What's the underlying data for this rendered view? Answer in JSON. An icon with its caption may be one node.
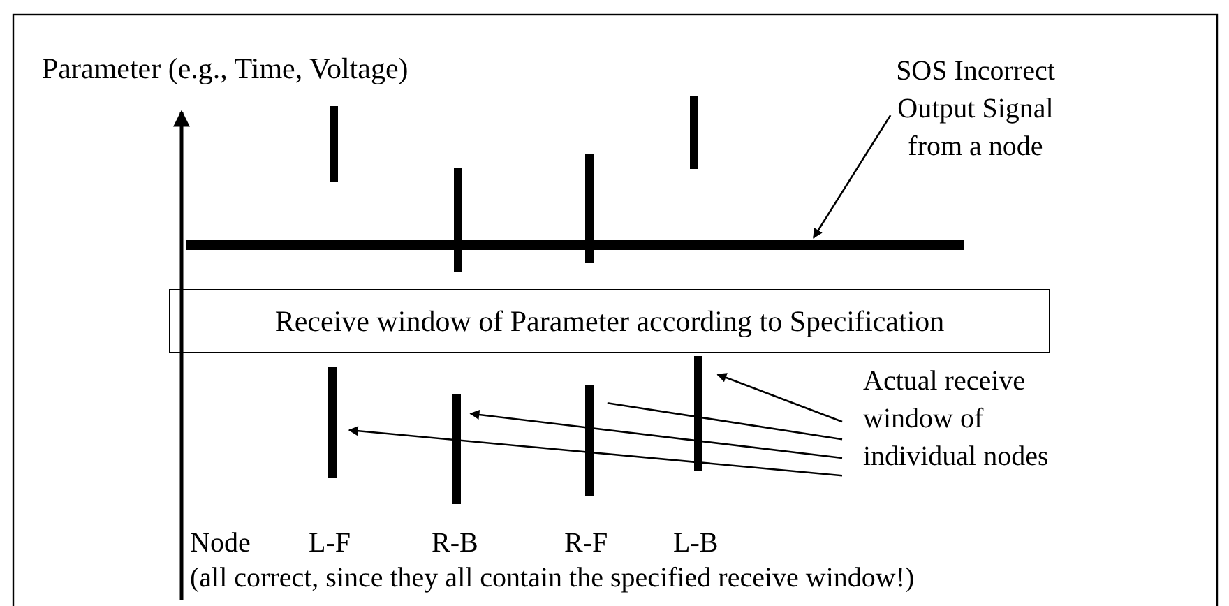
{
  "diagram": {
    "nodes": [
      {
        "text": [
          "SOS Incorrect Output Signal from a node"
        ]
      },
      {
        "text": [],
        "shape": "bar"
      },
      {
        "text": [
          "Receive window of Parameter according to Specification"
        ]
      },
      {
        "text": [
          "Actual receive window of individual nodes"
        ]
      },
      {
        "text": [],
        "shape": "bar"
      },
      {
        "text": [],
        "shape": "bar"
      },
      {
        "text": [],
        "shape": "bar"
      },
      {
        "text": [],
        "shape": "bar"
      }
    ],
    "edges": [
      {
        "from": 0,
        "to": 1,
        "arrow": "to"
      },
      {
        "from": 3,
        "to": 7,
        "arrow": "to"
      },
      {
        "from": 3,
        "to": 6,
        "arrow": "none"
      },
      {
        "from": 3,
        "to": 5,
        "arrow": "to"
      },
      {
        "from": 3,
        "to": 4,
        "arrow": "to"
      }
    ],
    "labels": [
      "Parameter (e.g., Time, Voltage)",
      "Node",
      "L-F",
      "R-B",
      "R-F",
      "L-B",
      "(all correct, since they all contain the specified receive window!)"
    ]
  }
}
